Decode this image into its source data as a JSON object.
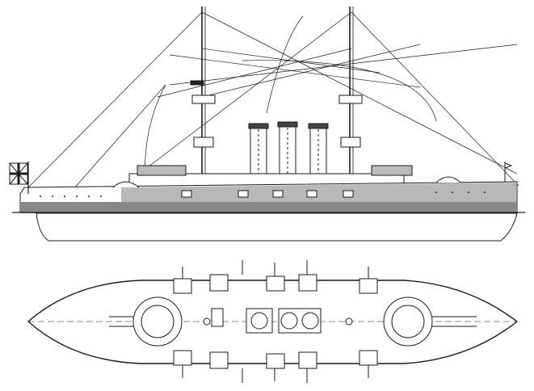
{
  "drawing": {
    "subject": "battleship",
    "views": [
      "side-elevation",
      "deck-plan"
    ],
    "ink_color": "#1a1a1a",
    "shade_color": "#9a9a9a",
    "paper_color": "#ffffff"
  }
}
